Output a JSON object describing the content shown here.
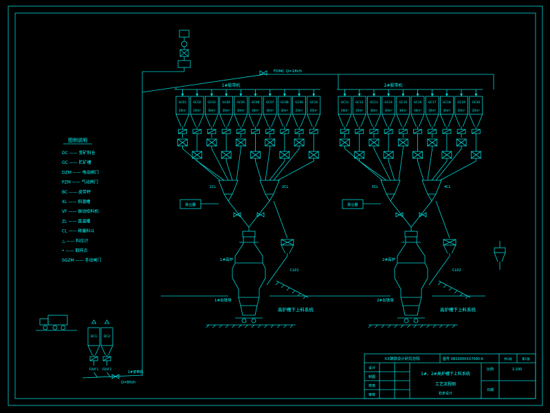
{
  "colors": {
    "background": "#000000",
    "line": "#00dcdc",
    "text": "#00ffff"
  },
  "legend": {
    "title": "图例说明",
    "items": [
      {
        "code": "DC",
        "desc": "受矿料仓"
      },
      {
        "code": "GC",
        "desc": "贮矿槽"
      },
      {
        "code": "DZM",
        "desc": "电动闸门"
      },
      {
        "code": "PZM",
        "desc": "气动闸门"
      },
      {
        "code": "BC",
        "desc": "皮带秤"
      },
      {
        "code": "XL",
        "desc": "斜溜槽"
      },
      {
        "code": "VF",
        "desc": "振动给料机"
      },
      {
        "code": "ZL",
        "desc": "直溜槽"
      },
      {
        "code": "CL",
        "desc": "称量料斗"
      },
      {
        "code": "△",
        "desc": "料位计"
      },
      {
        "code": "•",
        "desc": "取样点"
      },
      {
        "code": "SGZM",
        "desc": "手动闸门"
      }
    ]
  },
  "feed": {
    "main_belt": "FDMC Q=18t/h"
  },
  "systems": [
    {
      "belt": "1#胶带机",
      "bins": [
        {
          "id": "GC01",
          "vol": "20m³"
        },
        {
          "id": "GC02",
          "vol": "20m³"
        },
        {
          "id": "GC03",
          "vol": "30m³"
        },
        {
          "id": "GC04",
          "vol": "30m³"
        },
        {
          "id": "GC05",
          "vol": "30m³"
        },
        {
          "id": "GC06",
          "vol": "30m³"
        },
        {
          "id": "GC07",
          "vol": "30m³"
        },
        {
          "id": "GC08",
          "vol": "30m³"
        },
        {
          "id": "GC09",
          "vol": "20m³"
        },
        {
          "id": "GC10",
          "vol": "20m³"
        }
      ],
      "weigh": [
        "1CL",
        "2CL"
      ],
      "furnace": "1#高炉",
      "hearth": "1#出铁场",
      "side_hopper": "CL01",
      "caption": "高炉槽下上料系统",
      "dust": "除尘器"
    },
    {
      "belt": "2#胶带机",
      "bins": [
        {
          "id": "GC11",
          "vol": "20m³"
        },
        {
          "id": "GC12",
          "vol": "20m³"
        },
        {
          "id": "GC13",
          "vol": "30m³"
        },
        {
          "id": "GC14",
          "vol": "30m³"
        },
        {
          "id": "GC15",
          "vol": "30m³"
        },
        {
          "id": "GC16",
          "vol": "30m³"
        },
        {
          "id": "GC17",
          "vol": "30m³"
        },
        {
          "id": "GC18",
          "vol": "30m³"
        },
        {
          "id": "GC19",
          "vol": "20m³"
        },
        {
          "id": "GC20",
          "vol": "20m³"
        }
      ],
      "weigh": [
        "3CL",
        "4CL"
      ],
      "furnace": "2#高炉",
      "hearth": "2#出铁场",
      "side_hopper": "CL02",
      "caption": "高炉槽下上料系统",
      "dust": "除尘器"
    }
  ],
  "receiving": {
    "bins": [
      "DC1",
      "DC2"
    ],
    "feeders": [
      "FDVF1",
      "FDVF2"
    ],
    "belt": "1#皮带机",
    "belt_spec": "Q=80t/h"
  },
  "title_block": {
    "company": "XX钢铁设计研究总院",
    "drawing_no_label": "图号",
    "drawing_no": "XB10000XX7090-6",
    "sheets": "共1张",
    "sheet_no": "第1张",
    "sign_rows": [
      "设计",
      "制图",
      "校核",
      "审核"
    ],
    "title_line1": "1#、2#高炉槽下上料系统",
    "title_line2": "工艺流程图",
    "stage": "初步设计",
    "scale_label": "比例",
    "scale": "1:100",
    "date_label": "日期"
  }
}
